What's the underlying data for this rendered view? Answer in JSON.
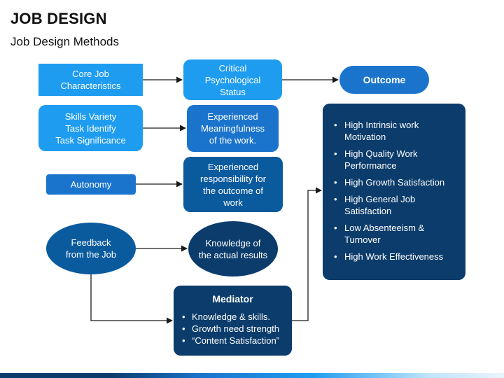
{
  "header": {
    "title": "JOB DESIGN",
    "subtitle": "Job Design Methods"
  },
  "diagram": {
    "core_job": "Core Job\nCharacteristics",
    "psych_status": "Critical\nPsychological\nStatus",
    "outcome": "Outcome",
    "skills": "Skills Variety\nTask Identify\nTask Significance",
    "meaningfulness": "Experienced\nMeaningfulness\nof the work.",
    "autonomy": "Autonomy",
    "responsibility": "Experienced\nresponsibility for\nthe outcome of\nwork",
    "feedback": "Feedback\nfrom the Job",
    "knowledge": "Knowledge of\nthe actual results",
    "mediator": {
      "title": "Mediator",
      "items": [
        "Knowledge & skills.",
        "Growth need strength",
        "“Content Satisfaction”"
      ]
    },
    "outcomes": [
      "High Intrinsic work Motivation",
      "High Quality Work Performance",
      "High Growth Satisfaction",
      "High General Job Satisfaction",
      "Low Absenteeism & Turnover",
      "High Work Effectiveness"
    ]
  },
  "colors": {
    "light_blue": "#1e9cf0",
    "mid_blue": "#1b74cc",
    "dark_blue": "#0a5a9e",
    "navy": "#0b3c6b"
  }
}
